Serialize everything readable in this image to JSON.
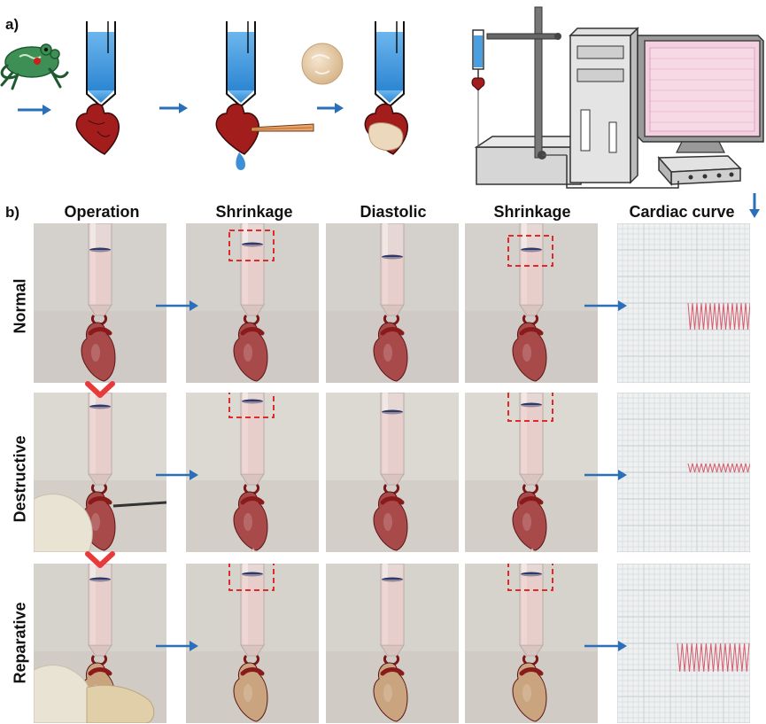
{
  "panel_a": {
    "label": "a)"
  },
  "panel_b": {
    "label": "b)",
    "columns": [
      "Operation",
      "Shrinkage",
      "Diastolic",
      "Shrinkage",
      "Cardiac curve"
    ],
    "rows": [
      "Normal",
      "Destructive",
      "Reparative"
    ]
  },
  "colors": {
    "arrow": "#2a6fb8",
    "heart": "#9e1b1b",
    "solution": "#4a9fe0",
    "dashed_box": "#e02a2a",
    "checkmark": "#e83a3a",
    "trace": "#d85a6a"
  },
  "icons": [
    "frog-icon",
    "heart-icon",
    "tweezers-icon",
    "patch-icon",
    "computer-icon",
    "monitor-icon",
    "stand-icon",
    "arrow-right-icon",
    "arrow-down-icon",
    "chevron-down-icon"
  ]
}
